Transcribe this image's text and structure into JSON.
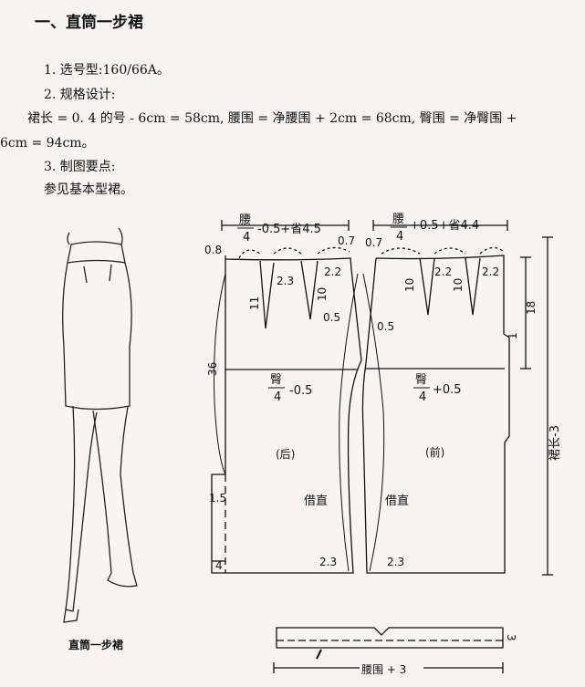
{
  "heading": "一、直筒一步裙",
  "lines": {
    "select_size": "1. 选号型:160/66A。",
    "spec_design": "2. 规格设计:",
    "spec_text_1": "裙长 = 0. 4 的号 - 6cm = 58cm, 腰围 = 净腰围 + 2cm = 68cm, 臀围 = 净臀围 +",
    "spec_text_2": "6cm = 94cm。",
    "drafting_points": "3. 制图要点:",
    "reference": "参见基本型裙。"
  },
  "figure_caption": "直筒一步裙",
  "pattern": {
    "back_waist_top": "腰",
    "back_waist_bottom": "4",
    "back_waist_formula": "-0.5+省4.5",
    "front_waist_top": "腰",
    "front_waist_bottom": "4",
    "front_waist_formula": "+0.5+省4.4",
    "back_hip_top": "臀",
    "back_hip_bottom": "4",
    "back_hip_formula": "-0.5",
    "front_hip_top": "臀",
    "front_hip_bottom": "4",
    "front_hip_formula": "+0.5",
    "back_label": "(后)",
    "front_label": "(前)",
    "borrow_straight_back": "借直",
    "borrow_straight_front": "借直",
    "skirt_length": "裙长-3",
    "hip_depth": "18",
    "side_length": "36",
    "back_left_raise": "0.8",
    "back_side_raise": "0.7",
    "front_side_raise": "0.7",
    "front_right_drop": "1",
    "back_dart1_len": "11",
    "back_dart1_width": "2.3",
    "back_dart2_len": "10",
    "back_dart2_width": "2.2",
    "front_dart1_len": "10",
    "front_dart1_width": "2.2",
    "front_dart2_len": "10",
    "front_dart2_width": "2.2",
    "back_side_in": "0.5",
    "front_side_in": "0.5",
    "back_hem_side": "2.3",
    "front_hem_side": "2.3",
    "vent_width": "1.5",
    "vent_bottom": "4",
    "waistband_height": "3",
    "waistband_length": "腰围 + 3"
  }
}
